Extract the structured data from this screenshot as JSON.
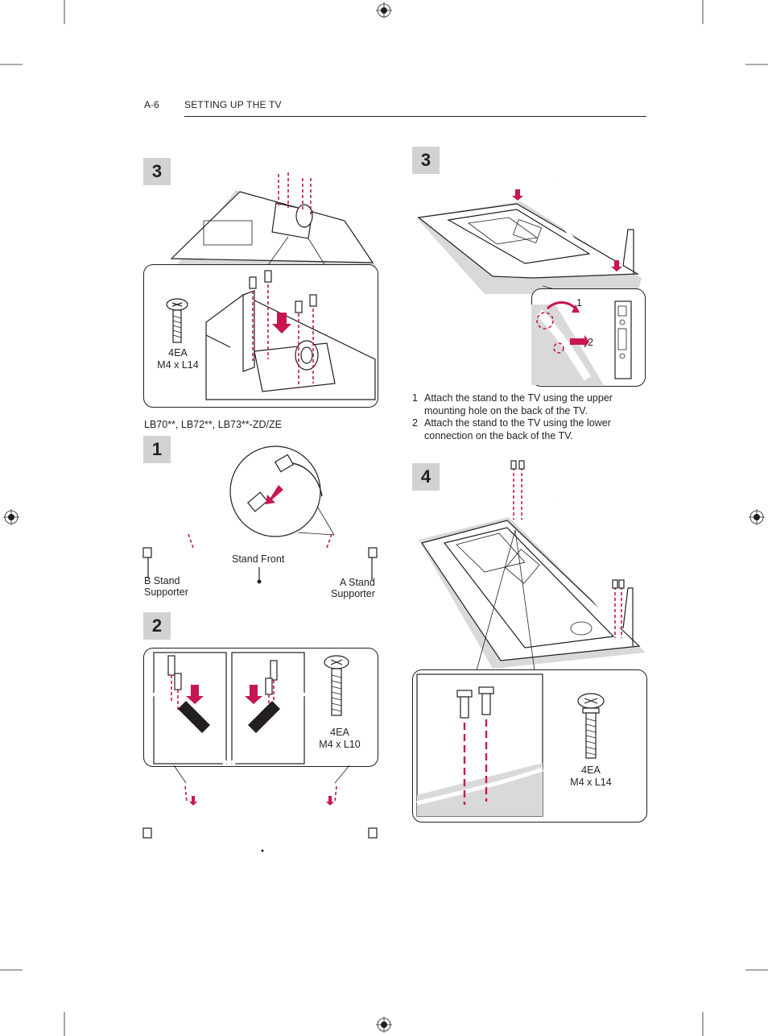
{
  "header": {
    "page_code": "A-6",
    "title": "SETTING UP THE TV"
  },
  "left_column": {
    "step3": {
      "badge": "3",
      "screw_qty": "4EA",
      "screw_size": "M4 x L14"
    },
    "model_line": "LB70**, LB72**, LB73**-ZD/ZE",
    "step1": {
      "badge": "1",
      "stand_front": "Stand Front",
      "b_stand": [
        "B Stand",
        "Supporter"
      ],
      "a_stand": [
        "A Stand",
        "Supporter"
      ]
    },
    "step2": {
      "badge": "2",
      "screw_qty": "4EA",
      "screw_size": "M4 x L10"
    }
  },
  "right_column": {
    "step3": {
      "badge": "3",
      "callout_1": "1",
      "callout_2": "2",
      "instructions": [
        {
          "num": "1",
          "line1": "Attach the stand to the TV using the upper",
          "line2": "mounting hole on the back of the TV."
        },
        {
          "num": "2",
          "line1": "Attach the stand to the TV using the lower",
          "line2": "connection on the back of the TV."
        }
      ]
    },
    "step4": {
      "badge": "4",
      "screw_qty": "4EA",
      "screw_size": "M4 x L14"
    }
  },
  "colors": {
    "accent": "#c8174e",
    "badge_bg": "#d1d2d4",
    "text": "#231f20"
  }
}
